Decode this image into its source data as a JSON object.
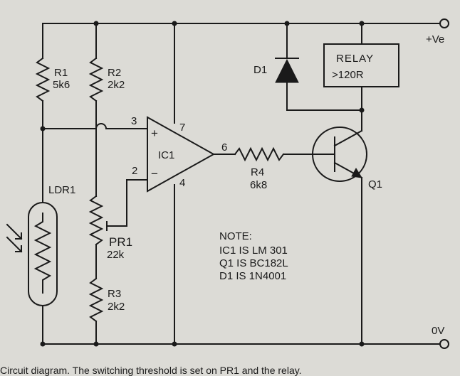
{
  "labels": {
    "R1": "R1",
    "R1_value": "5k6",
    "R2": "R2",
    "R2_value": "2k2",
    "R3": "R3",
    "R3_value": "2k2",
    "R4": "R4",
    "R4_value": "6k8",
    "PR1": "PR1",
    "PR1_value": "22k",
    "LDR1": "LDR1",
    "IC1": "IC1",
    "D1": "D1",
    "Q1": "Q1",
    "relay_line1": "RELAY",
    "relay_line2": ">120R",
    "supply_pos": "+Ve",
    "supply_gnd": "0V",
    "pin3": "3",
    "pin2": "2",
    "pin7": "7",
    "pin4": "4",
    "pin6": "6",
    "plus_sign": "+",
    "minus_sign": "−"
  },
  "note": {
    "title": "NOTE:",
    "lines": [
      "IC1 IS LM 301",
      "Q1 IS BC182L",
      "D1 IS 1N4001"
    ]
  },
  "caption": "Circuit diagram. The switching threshold is set on PR1 and the relay."
}
